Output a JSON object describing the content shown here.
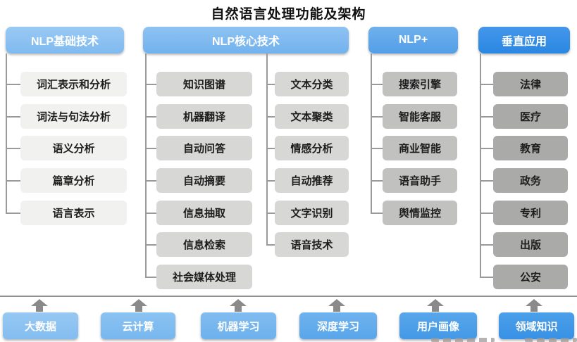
{
  "title": "自然语言处理功能及架构",
  "columns": [
    {
      "header": "NLP基础技术",
      "items": [
        "词汇表示和分析",
        "词法与句法分析",
        "语义分析",
        "篇章分析",
        "语言表示"
      ]
    },
    {
      "header": "NLP核心技术",
      "items_left": [
        "知识图谱",
        "机器翻译",
        "自动问答",
        "自动摘要",
        "信息抽取",
        "信息检索",
        "社会媒体处理"
      ],
      "items_right": [
        "文本分类",
        "文本聚类",
        "情感分析",
        "自动推荐",
        "文字识别",
        "语音技术"
      ]
    },
    {
      "header": "NLP+",
      "items": [
        "搜索引擎",
        "智能客服",
        "商业智能",
        "语音助手",
        "舆情监控"
      ]
    },
    {
      "header": "垂直应用",
      "items": [
        "法律",
        "医疗",
        "教育",
        "政务",
        "专利",
        "出版",
        "公安"
      ]
    }
  ],
  "foundation": {
    "items": [
      "大数据",
      "云计算",
      "机器学习",
      "深度学习",
      "用户画像",
      "领域知识"
    ]
  },
  "colors": {
    "header_basic": "#8abff0",
    "header_core": "#7cb8ee",
    "header_nlp_plus": "#5fa7ea",
    "header_vertical": "#338ee6",
    "item_gray_level1": "#f1f1f0",
    "item_gray_level2": "#d7d7d6",
    "item_gray_level3": "#c1c1c0",
    "item_gray_level4": "#aaaaa9",
    "foundation_blue_light": "#8cc2f1",
    "foundation_blue_dark": "#3f97e6",
    "connector": "#9a9a9a",
    "arrow": "#8a8a8a",
    "title_text": "#111111"
  }
}
